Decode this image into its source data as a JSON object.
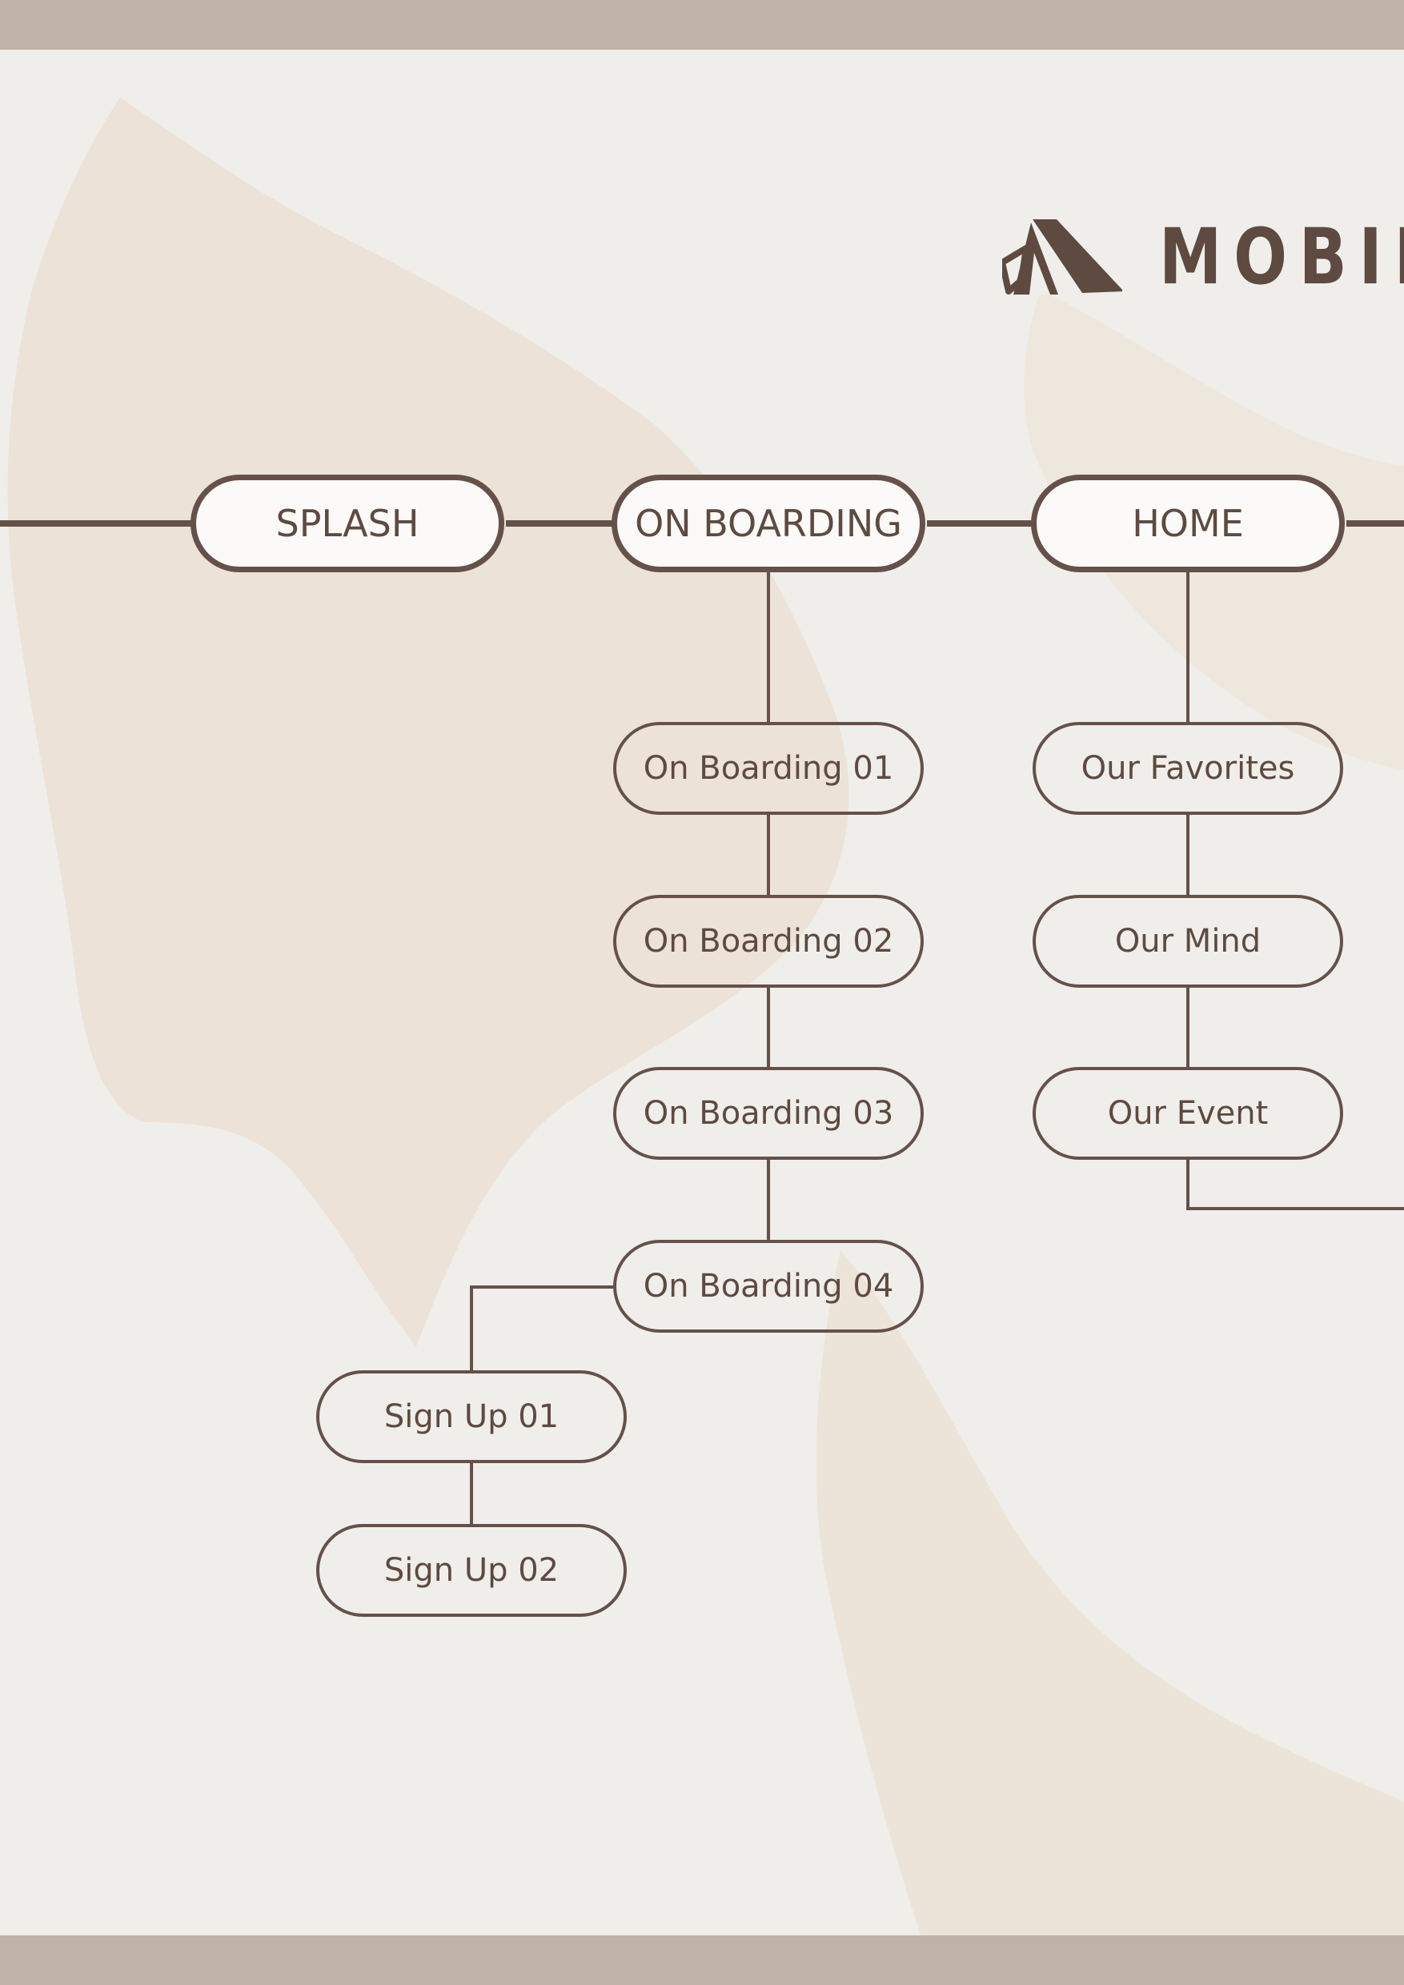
{
  "logo": {
    "text": "MOBIL",
    "icon": "tent-mountain-icon"
  },
  "colors": {
    "ink": "#5e4a41",
    "line": "#65504a",
    "band": "#bfb2a6",
    "paper": "#f0eeea",
    "stain": "#ead9c8"
  },
  "main_nodes": [
    "SPLASH",
    "ON BOARDING",
    "HOME"
  ],
  "onboarding_children": [
    "On Boarding 01",
    "On Boarding 02",
    "On Boarding 03",
    "On Boarding 04"
  ],
  "home_children": [
    "Our Favorites",
    "Our Mind",
    "Our Event"
  ],
  "signup_children": [
    "Sign Up 01",
    "Sign Up 02"
  ]
}
